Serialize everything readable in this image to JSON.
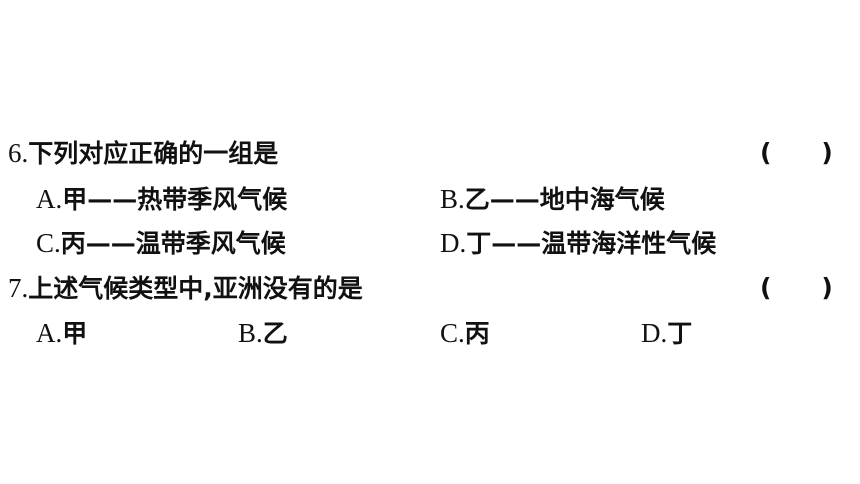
{
  "questions": [
    {
      "number": "6.",
      "text": "下列对应正确的一组是",
      "bracket": "(　　)",
      "options": [
        {
          "letter": "A.",
          "text": "甲——热带季风气候"
        },
        {
          "letter": "B.",
          "text": "乙——地中海气候"
        },
        {
          "letter": "C.",
          "text": "丙——温带季风气候"
        },
        {
          "letter": "D.",
          "text": "丁——温带海洋性气候"
        }
      ]
    },
    {
      "number": "7.",
      "text": "上述气候类型中,亚洲没有的是",
      "bracket": "(　　)",
      "options": [
        {
          "letter": "A.",
          "text": "甲"
        },
        {
          "letter": "B.",
          "text": "乙"
        },
        {
          "letter": "C.",
          "text": "丙"
        },
        {
          "letter": "D.",
          "text": "丁"
        }
      ]
    }
  ]
}
